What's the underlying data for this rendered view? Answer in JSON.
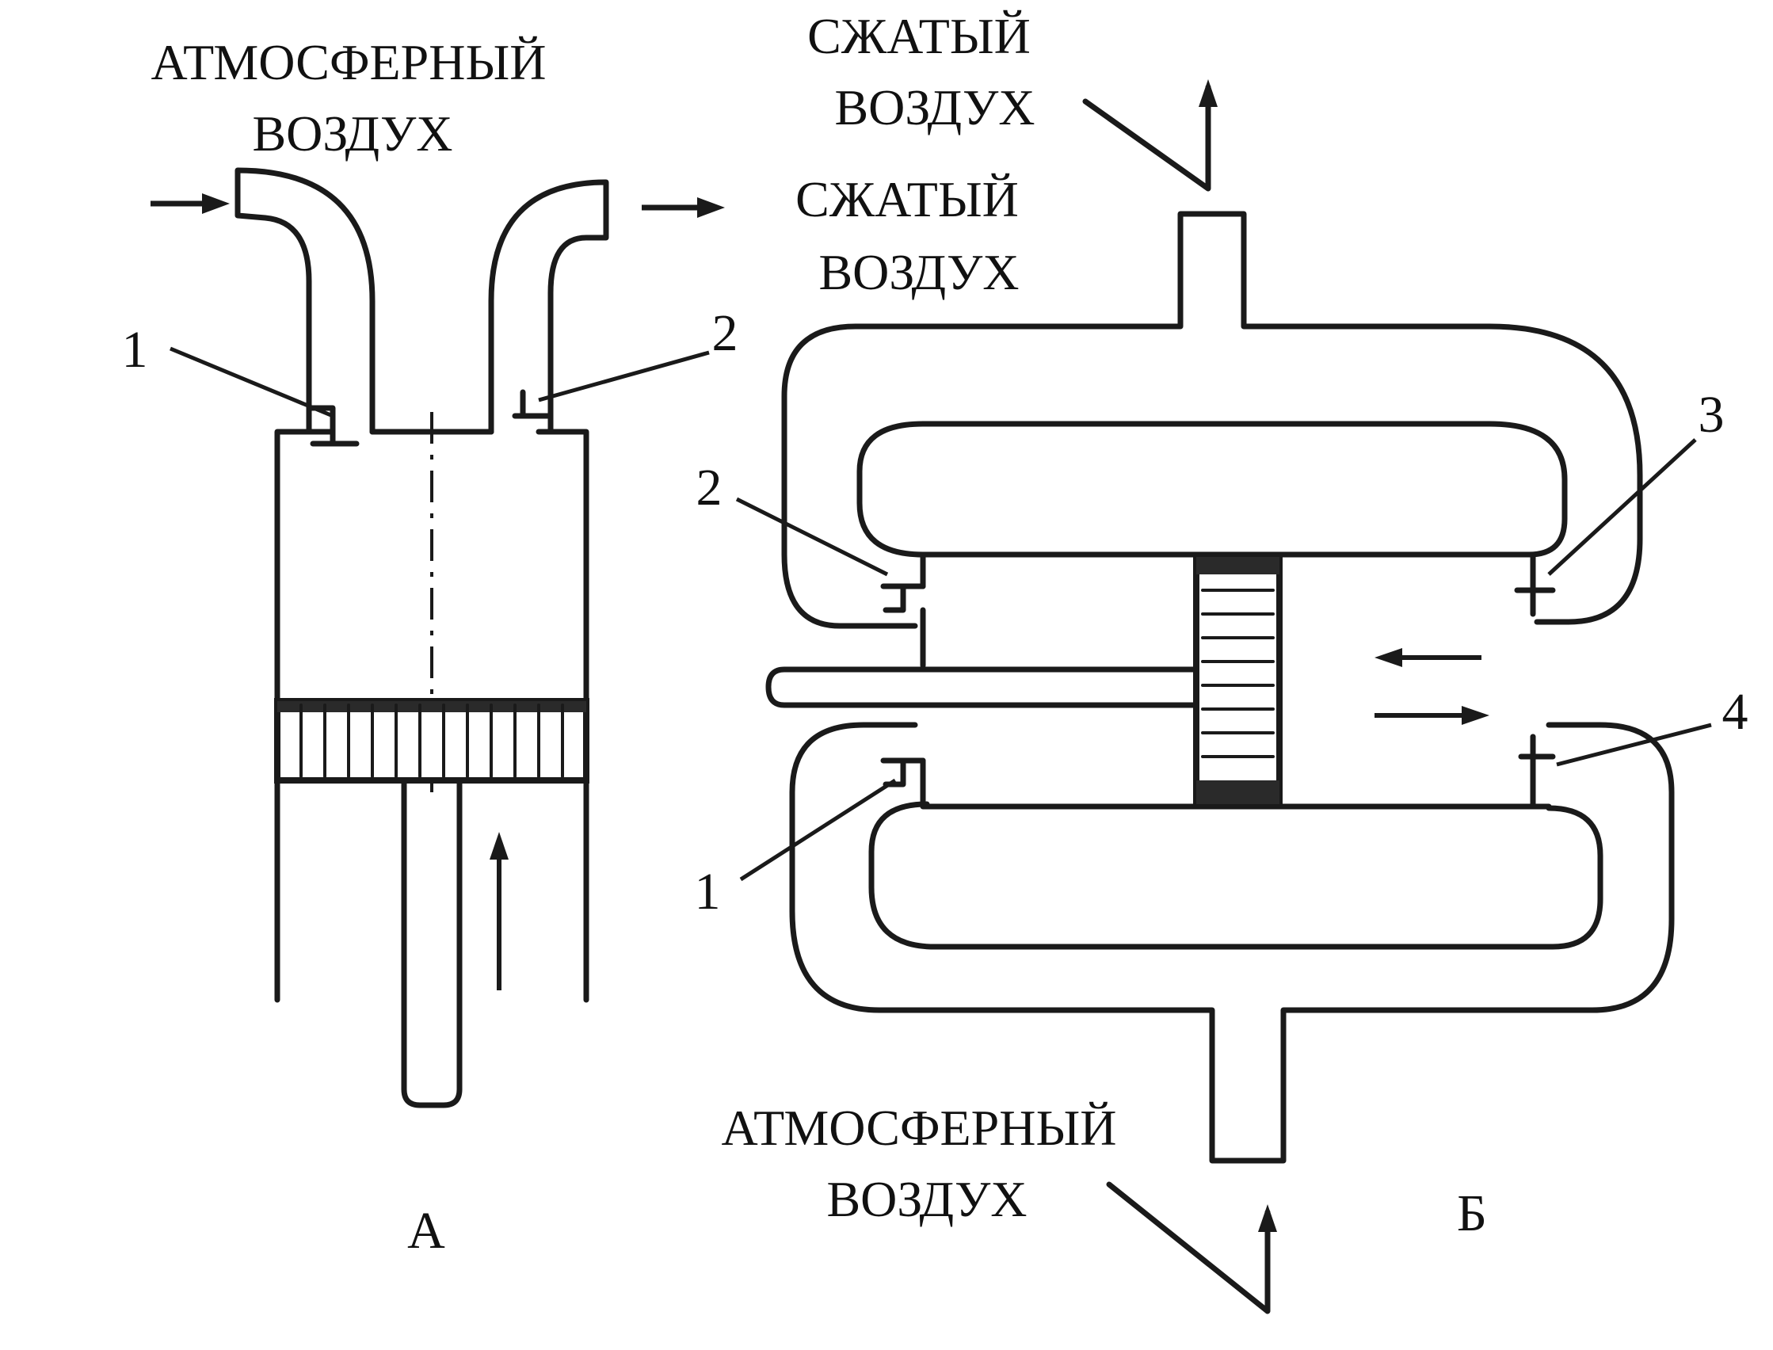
{
  "labels": {
    "a_atm_1": "АТМОСФЕРНЫЙ",
    "a_atm_2": "ВОЗДУХ",
    "top_comp_1": "СЖАТЫЙ",
    "top_comp_2": "ВОЗДУХ",
    "mid_comp_1": "СЖАТЫЙ",
    "mid_comp_2": "ВОЗДУХ",
    "b_atm_1": "АТМОСФЕРНЫЙ",
    "b_atm_2": "ВОЗДУХ",
    "a_num_1": "1",
    "a_num_2": "2",
    "b_num_1": "1",
    "b_num_2": "2",
    "b_num_3": "3",
    "b_num_4": "4",
    "caption_a": "А",
    "caption_b": "Б"
  }
}
